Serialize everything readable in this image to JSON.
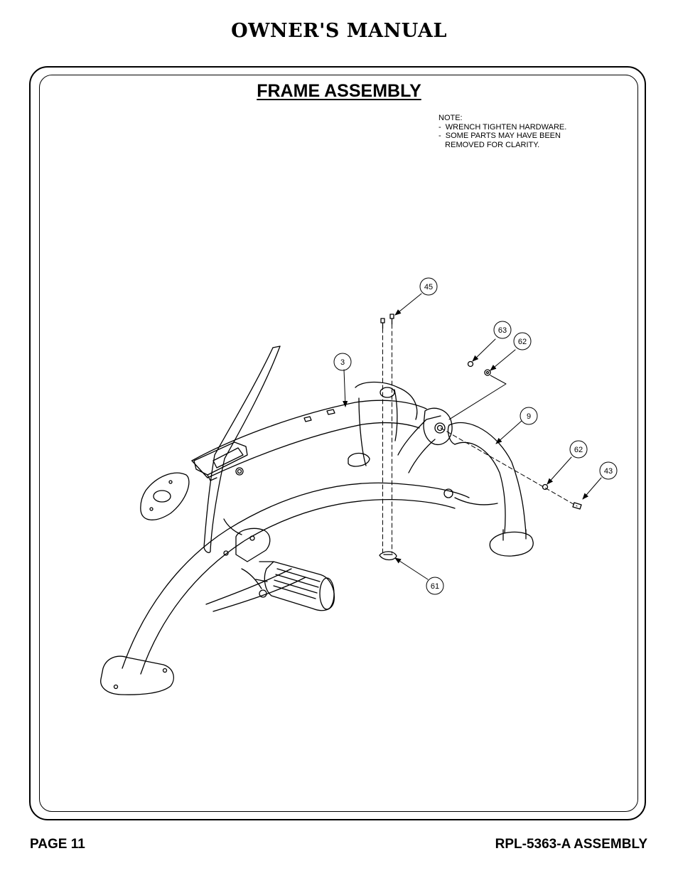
{
  "header": {
    "title": "OWNER'S MANUAL"
  },
  "section": {
    "title": "FRAME ASSEMBLY"
  },
  "note": {
    "heading": "NOTE:",
    "lines": [
      "-  WRENCH TIGHTEN HARDWARE.",
      "-  SOME PARTS MAY HAVE BEEN",
      "   REMOVED FOR CLARITY."
    ]
  },
  "callouts": {
    "c45": "45",
    "c63": "63",
    "c62a": "62",
    "c3": "3",
    "c9": "9",
    "c62b": "62",
    "c43": "43",
    "c61": "61"
  },
  "footer": {
    "page": "PAGE 11",
    "model": "RPL-5363-A ASSEMBLY"
  }
}
